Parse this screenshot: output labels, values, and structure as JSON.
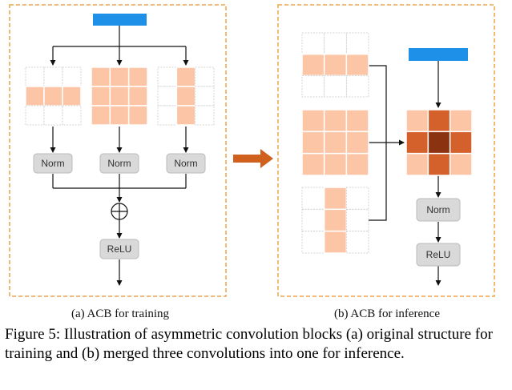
{
  "colors": {
    "frame": "#E8A64A",
    "input_bar": "#1E90E8",
    "light": "#FCC5A5",
    "medium": "#E07A48",
    "strong": "#D4602C",
    "center": "#8B3210",
    "node_fill": "#D9D9D9",
    "grid_line": "#C9C9C9",
    "big_arrow": "#D0601E"
  },
  "panel_a": {
    "norm_labels": [
      "Norm",
      "Norm",
      "Norm"
    ],
    "relu_label": "ReLU",
    "caption": "(a) ACB for training"
  },
  "panel_b": {
    "norm_label": "Norm",
    "relu_label": "ReLU",
    "caption": "(b) ACB for inference"
  },
  "figure_caption": "Figure 5: Illustration of asymmetric convolution blocks (a) original structure for training and (b) merged three convolutions into one for inference."
}
